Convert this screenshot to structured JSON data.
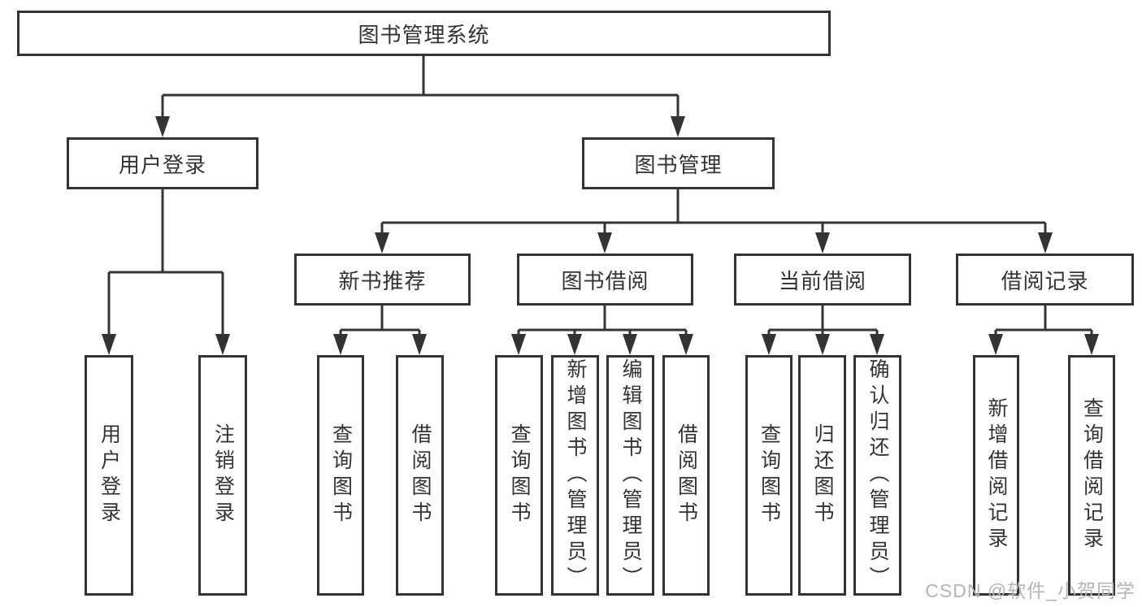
{
  "diagram_title": "图书管理系统",
  "tree": {
    "root": {
      "label": "图书管理系统"
    },
    "branches": [
      {
        "label": "用户登录",
        "children": [
          {
            "label": "用户登录"
          },
          {
            "label": "注销登录"
          }
        ]
      },
      {
        "label": "图书管理",
        "children": [
          {
            "label": "新书推荐",
            "children": [
              {
                "label": "查询图书"
              },
              {
                "label": "借阅图书"
              }
            ]
          },
          {
            "label": "图书借阅",
            "children": [
              {
                "label": "查询图书"
              },
              {
                "label": "新增图书（管理员）"
              },
              {
                "label": "编辑图书（管理员）"
              },
              {
                "label": "借阅图书"
              }
            ]
          },
          {
            "label": "当前借阅",
            "children": [
              {
                "label": "查询图书"
              },
              {
                "label": "归还图书"
              },
              {
                "label": "确认归还（管理员）"
              }
            ]
          },
          {
            "label": "借阅记录",
            "children": [
              {
                "label": "新增借阅记录"
              },
              {
                "label": "查询借阅记录"
              }
            ]
          }
        ]
      }
    ]
  },
  "watermark": "CSDN @软件_小贺同学",
  "colors": {
    "line": "#333333",
    "border": "#333333",
    "text": "#333333",
    "watermark": "#b5b5b5",
    "background": "#ffffff"
  }
}
